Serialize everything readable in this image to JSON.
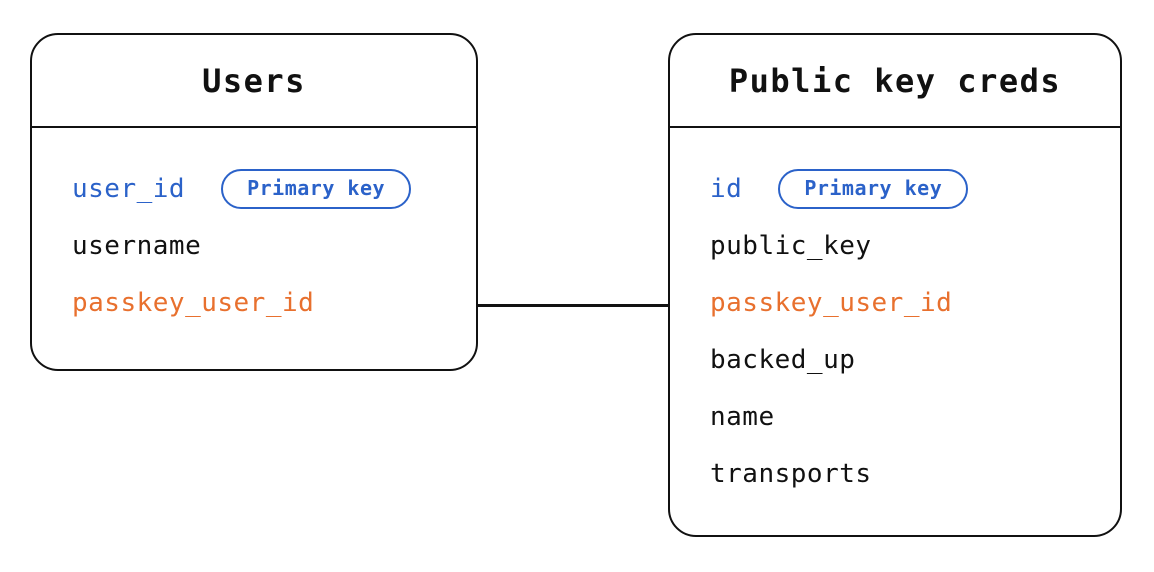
{
  "diagram": {
    "colors": {
      "blue": "#2b62c9",
      "orange": "#e8702e",
      "ink": "#111111",
      "bg": "#ffffff"
    },
    "tables": [
      {
        "name": "Users",
        "fields": [
          {
            "label": "user_id",
            "style": "blue",
            "badge": "Primary key"
          },
          {
            "label": "username",
            "style": "ink"
          },
          {
            "label": "passkey_user_id",
            "style": "orange"
          }
        ]
      },
      {
        "name": "Public key creds",
        "fields": [
          {
            "label": "id",
            "style": "blue",
            "badge": "Primary key"
          },
          {
            "label": "public_key",
            "style": "ink"
          },
          {
            "label": "passkey_user_id",
            "style": "orange"
          },
          {
            "label": "backed_up",
            "style": "ink"
          },
          {
            "label": "name",
            "style": "ink"
          },
          {
            "label": "transports",
            "style": "ink"
          }
        ]
      }
    ],
    "relationship": {
      "connects": [
        "Users.passkey_user_id",
        "Public key creds.passkey_user_id"
      ]
    }
  }
}
